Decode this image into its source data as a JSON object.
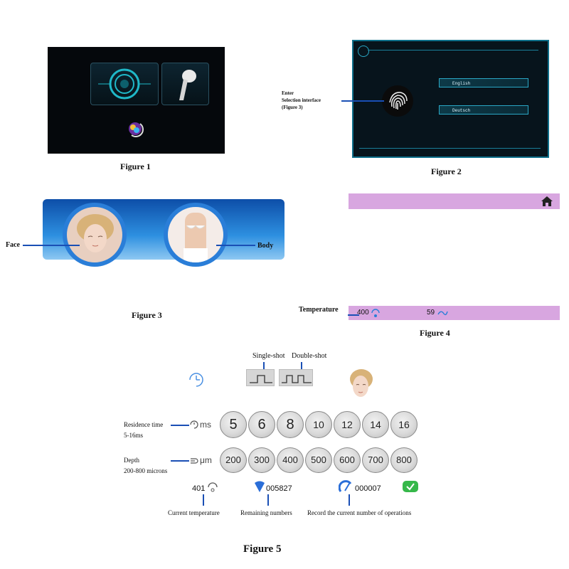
{
  "figure1": {
    "caption": "Figure 1"
  },
  "figure2": {
    "caption": "Figure 2",
    "annotation": [
      "Enter",
      "Selection interface",
      "(Figure 3)"
    ],
    "languages": [
      "English",
      "Deutsch"
    ],
    "fingerprint_icon": "fingerprint-icon"
  },
  "figure3": {
    "caption": "Figure 3",
    "left_label": "Face",
    "right_label": "Body"
  },
  "figure4": {
    "caption": "Figure 4",
    "temperature_label": "Temperature",
    "temperature_value": "400",
    "second_value": "59",
    "home_icon": "home-icon",
    "bar_color": "#d8a6e0"
  },
  "figure5": {
    "caption": "Figure 5",
    "single_shot_label": "Single-shot",
    "double_shot_label": "Double-shot",
    "residence_label": "Residence time",
    "residence_range": "5-16ms",
    "residence_unit": "ms",
    "residence_values": [
      "5",
      "6",
      "8",
      "10",
      "12",
      "14",
      "16"
    ],
    "depth_label": "Depth",
    "depth_range": "200-800 microns",
    "depth_unit": "μm",
    "depth_values": [
      "200",
      "300",
      "400",
      "500",
      "600",
      "700",
      "800"
    ],
    "current_temperature_value": "401",
    "remaining_value": "005827",
    "operations_value": "000007",
    "current_temperature_label": "Current temperature",
    "remaining_label": "Remaining numbers",
    "operations_label": "Record the current number of operations"
  }
}
